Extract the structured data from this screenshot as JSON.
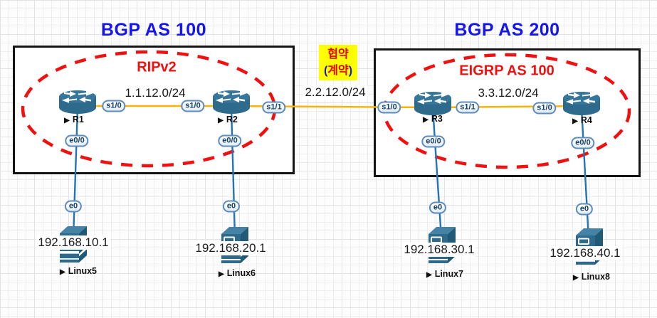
{
  "colors": {
    "title_blue": "#1515ee",
    "protocol_red": "#f01010",
    "note_bg": "#ffff00",
    "note_red": "#e80000",
    "note_paren_blue": "#1616d8",
    "serial_link_orange": "#ffb100",
    "ethernet_link_blue": "#2273b8",
    "device_teal": "#2e6a8b",
    "area_dash_red": "#f01010"
  },
  "icons": {
    "router": "router-icon",
    "host": "server-icon",
    "label_marker": "▶"
  },
  "groups": [
    {
      "title": "BGP AS 100",
      "protocol": "RIPv2"
    },
    {
      "title": "BGP AS 200",
      "protocol": "EIGRP AS 100"
    }
  ],
  "note": {
    "line1": "협약",
    "line2_open": "(",
    "line2_text": "계약",
    "line2_close": ")"
  },
  "links": [
    {
      "network": "1.1.12.0/24"
    },
    {
      "network": "2.2.12.0/24"
    },
    {
      "network": "3.3.12.0/24"
    }
  ],
  "routers": [
    {
      "name": "R1",
      "interfaces": {
        "serial_right": "s1/0",
        "ethernet": "e0/0"
      }
    },
    {
      "name": "R2",
      "interfaces": {
        "serial_left": "s1/0",
        "serial_right": "s1/1",
        "ethernet": "e0/0"
      }
    },
    {
      "name": "R3",
      "interfaces": {
        "serial_left": "s1/0",
        "serial_right": "s1/1",
        "ethernet": "e0/0"
      }
    },
    {
      "name": "R4",
      "interfaces": {
        "serial_left": "s1/0",
        "ethernet": "e0/0"
      }
    }
  ],
  "hosts": [
    {
      "name": "Linux5",
      "ip": "192.168.10.1",
      "interface": "e0"
    },
    {
      "name": "Linux6",
      "ip": "192.168.20.1",
      "interface": "e0"
    },
    {
      "name": "Linux7",
      "ip": "192.168.30.1",
      "interface": "e0"
    },
    {
      "name": "Linux8",
      "ip": "192.168.40.1",
      "interface": "e0"
    }
  ]
}
